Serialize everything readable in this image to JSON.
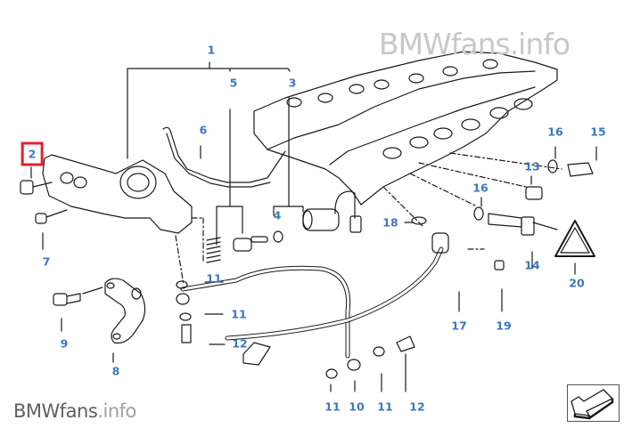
{
  "watermark": {
    "top_text": "BMWfans.info",
    "bottom_brand": "BMWfans",
    "bottom_suffix": ".info"
  },
  "selected_label": "2",
  "labels": [
    {
      "id": "lbl-1",
      "text": "1"
    },
    {
      "id": "lbl-2",
      "text": "2",
      "selected": true
    },
    {
      "id": "lbl-3",
      "text": "3"
    },
    {
      "id": "lbl-4",
      "text": "4"
    },
    {
      "id": "lbl-5",
      "text": "5"
    },
    {
      "id": "lbl-6",
      "text": "6"
    },
    {
      "id": "lbl-7",
      "text": "7"
    },
    {
      "id": "lbl-8",
      "text": "8"
    },
    {
      "id": "lbl-9",
      "text": "9"
    },
    {
      "id": "lbl-10",
      "text": "10"
    },
    {
      "id": "lbl-11a",
      "text": "11"
    },
    {
      "id": "lbl-11b",
      "text": "11"
    },
    {
      "id": "lbl-11c",
      "text": "11"
    },
    {
      "id": "lbl-11d",
      "text": "11"
    },
    {
      "id": "lbl-12a",
      "text": "12"
    },
    {
      "id": "lbl-12b",
      "text": "12"
    },
    {
      "id": "lbl-13",
      "text": "13"
    },
    {
      "id": "lbl-14",
      "text": "14"
    },
    {
      "id": "lbl-15",
      "text": "15"
    },
    {
      "id": "lbl-16a",
      "text": "16"
    },
    {
      "id": "lbl-16b",
      "text": "16"
    },
    {
      "id": "lbl-17",
      "text": "17"
    },
    {
      "id": "lbl-18",
      "text": "18"
    },
    {
      "id": "lbl-19",
      "text": "19"
    },
    {
      "id": "lbl-20",
      "text": "20"
    }
  ],
  "nav": {
    "back_icon": "arrow-back-left-icon"
  },
  "colors": {
    "label": "#3a78c2",
    "selection": "#e02030",
    "line": "#1a1a1a"
  }
}
